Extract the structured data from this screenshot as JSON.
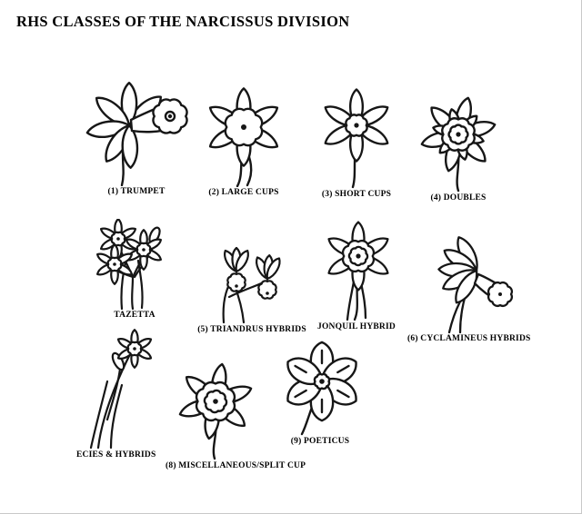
{
  "page": {
    "title": "RHS CLASSES OF THE NARCISSUS DIVISION",
    "ink_color": "#161616",
    "paper_color": "#ffffff"
  },
  "figures": [
    {
      "id": "trumpet",
      "label": "(1) TRUMPET"
    },
    {
      "id": "large-cups",
      "label": "(2) LARGE CUPS"
    },
    {
      "id": "short-cups",
      "label": "(3) SHORT CUPS"
    },
    {
      "id": "doubles",
      "label": "(4) DOUBLES"
    },
    {
      "id": "tazetta",
      "label": "TAZETTA"
    },
    {
      "id": "triandrus-hybrids",
      "label": "(5) TRIANDRUS HYBRIDS"
    },
    {
      "id": "jonquil-hybrid",
      "label": "JONQUIL HYBRID"
    },
    {
      "id": "cyclamineus-hybrids",
      "label": "(6) CYCLAMINEUS HYBRIDS"
    },
    {
      "id": "species-hybrids",
      "label": "ECIES & HYBRIDS"
    },
    {
      "id": "miscellaneous-split-cup",
      "label": "(8) MISCELLANEOUS/SPLIT CUP"
    },
    {
      "id": "poeticus",
      "label": "(9) POETICUS"
    }
  ]
}
